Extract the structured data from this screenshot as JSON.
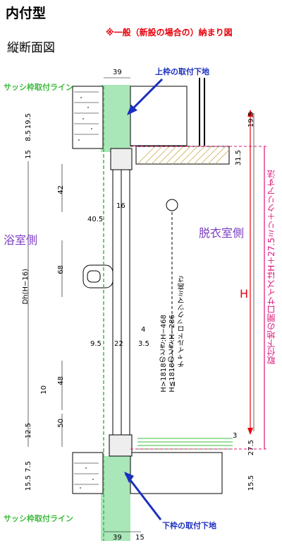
{
  "title": "内付型",
  "subtitle": "縦断面図",
  "note": "※一般（新設の場合の）納まり図",
  "labels": {
    "sash_line_top": "サッシ枠取付ライン",
    "sash_line_bottom": "サッシ枠取付ライン",
    "upper_frame_base": "上枠の取付下地",
    "lower_frame_base": "下枠の取付下地",
    "bathroom_side": "浴室側",
    "dressing_side": "脱衣室側",
    "child_lock": "チャイルドロックツマミ高さ",
    "child_lock_h1": "H≦1818のとき:H−286",
    "child_lock_h2": "H>1818のとき:H−468",
    "opening_size": "取付下地の開口サイズはH＋27.5ミリ＋クリアす法",
    "H": "H",
    "dh": "Dh(H−16)"
  },
  "dimensions": {
    "top_39": "39",
    "left_19_5": "19.5",
    "left_8_5": "8.5",
    "left_15": "15",
    "left_42": "42",
    "right_19_5": "19.5",
    "right_31_5": "31.5",
    "d16": "16",
    "d40_5": "40.5",
    "d68": "68",
    "d9_5": "9.5",
    "d22": "22",
    "d4": "4",
    "d3_5": "3.5",
    "d48": "48",
    "d10": "10",
    "d50": "50",
    "d12_5": "12.5",
    "d7_5": "7.5",
    "left_15_5": "15.5",
    "right_3": "3",
    "right_27_5": "27.5",
    "right_15_5": "15.5",
    "bottom_39": "39",
    "bottom_15": "15"
  },
  "colors": {
    "green": "#3dbb3d",
    "blue": "#1c2fbf",
    "red": "#e8000b",
    "purple": "#7a3fbf",
    "pink": "#e0157a",
    "frame_fill": "#a9e6b8"
  },
  "icons": [
    "hand-lock-icon",
    "up-arrow-icon",
    "down-arrow-icon"
  ]
}
